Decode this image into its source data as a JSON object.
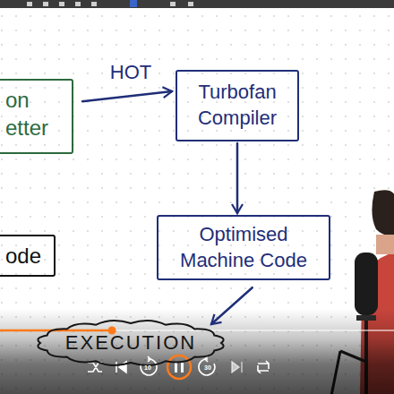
{
  "diagram": {
    "nodes": [
      {
        "text": [
          "on etter"
        ]
      },
      {
        "text": [
          "Turbofan Compiler"
        ]
      },
      {
        "text": [
          "ode"
        ]
      },
      {
        "text": [
          "Optimised Machine Code"
        ]
      },
      {
        "text": [
          "EXECUTION"
        ]
      }
    ],
    "edges": [
      {
        "from": 0,
        "to": 1,
        "arrow": "to",
        "label": "HOT"
      },
      {
        "from": 1,
        "to": 3,
        "arrow": "to"
      },
      {
        "from": 3,
        "to": 4,
        "arrow": "to"
      }
    ],
    "labels": [
      "10",
      "30"
    ]
  }
}
